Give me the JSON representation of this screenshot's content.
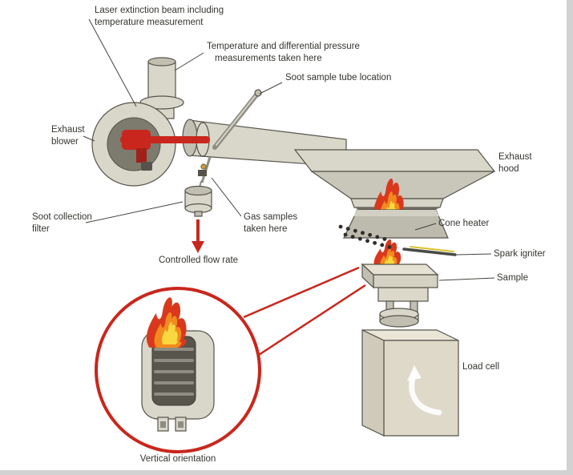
{
  "diagram": {
    "labels": {
      "laser": [
        "Laser extinction beam including",
        "temperature measurement"
      ],
      "temp_pressure": [
        "Temperature and differential pressure",
        "measurements taken here"
      ],
      "soot_tube": "Soot sample tube location",
      "exhaust_blower": [
        "Exhaust",
        "blower"
      ],
      "exhaust_hood": [
        "Exhaust",
        "hood"
      ],
      "soot_filter": [
        "Soot collection",
        "filter"
      ],
      "gas_samples": [
        "Gas samples",
        "taken here"
      ],
      "controlled_flow": "Controlled flow rate",
      "cone_heater": "Cone heater",
      "spark_igniter": "Spark igniter",
      "sample": "Sample",
      "load_cell": "Load cell",
      "vertical_orientation": "Vertical orientation"
    },
    "colors": {
      "metal-light": "#d9d6ca",
      "metal-mid": "#c2bfb2",
      "metal-dark": "#7d7a6e",
      "outline": "#56544b",
      "accent-red": "#c9271d",
      "flame-red": "#d9381d",
      "flame-orange": "#f28a1f",
      "flame-yellow": "#f9d83f",
      "text": "#35342f",
      "leader": "#45443e"
    }
  }
}
